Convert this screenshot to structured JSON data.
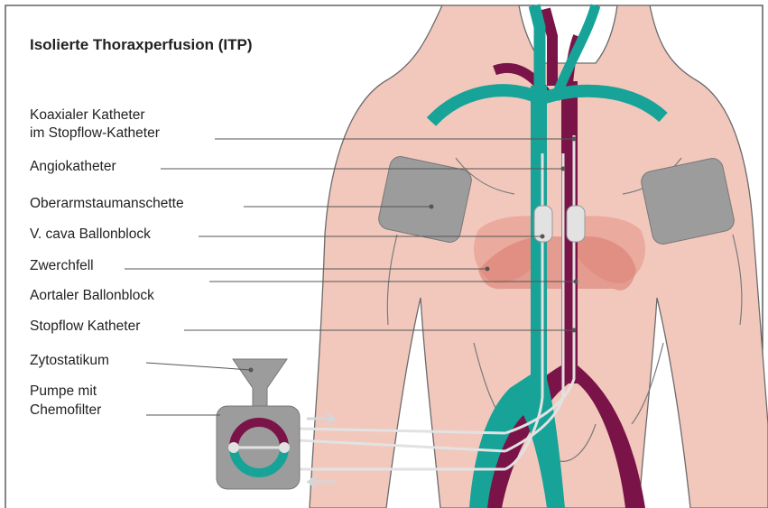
{
  "title": "Isolierte Thoraxperfusion (ITP)",
  "labels": {
    "koaxial_line1": "Koaxialer Katheter",
    "koaxial_line2": "im Stopflow-Katheter",
    "angiokatheter": "Angiokatheter",
    "oberarm": "Oberarmstaumanschette",
    "vcava": "V. cava Ballonblock",
    "zwerchfell": "Zwerchfell",
    "aortal": "Aortaler Ballonblock",
    "stopflow": "Stopflow Katheter",
    "zytostatikum": "Zytostatikum",
    "pumpe_line1": "Pumpe mit",
    "pumpe_line2": "Chemofilter"
  },
  "colors": {
    "skin": "#f2c8bd",
    "skin_outline": "#6b6b6b",
    "vein": "#17a398",
    "artery": "#7a1448",
    "lung": "#e69a8e",
    "device": "#9c9c9c",
    "catheter": "#e2e2e2",
    "leader_line": "#555555"
  }
}
